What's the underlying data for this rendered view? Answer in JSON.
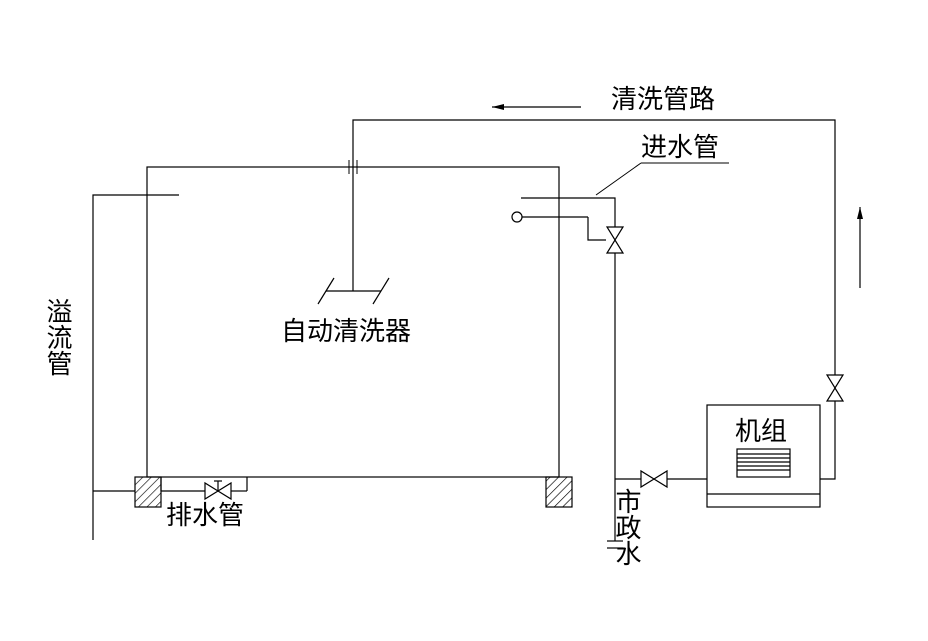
{
  "diagram": {
    "labels": {
      "cleaning_pipeline": "清洗管路",
      "inlet_pipe": "进水管",
      "auto_cleaner": "自动清洗器",
      "overflow_pipe": "溢流管",
      "drain_pipe": "排水管",
      "municipal_water": "市政水",
      "unit": "机组"
    }
  }
}
